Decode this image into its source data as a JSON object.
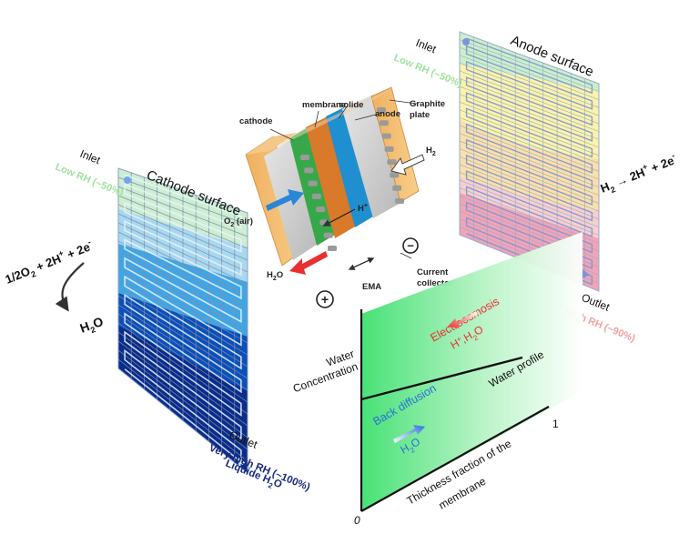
{
  "cathode": {
    "title": "Cathode surface",
    "inlet_label": "Inlet",
    "inlet_rh": "Low RH (~50%)",
    "outlet_label": "Outlet",
    "outlet_rh": "Very high RH (~100%)",
    "outlet_water_prefix": "Liquide H",
    "outlet_water_sub": "2",
    "outlet_water_suffix": "O",
    "reaction_a": "1/2O",
    "reaction_a_sub": "2",
    "reaction_b": " + 2H",
    "reaction_b_sup": "+",
    "reaction_c": " + 2e",
    "reaction_c_sup": "-",
    "product_prefix": "H",
    "product_sub": "2",
    "product_suffix": "O"
  },
  "anode": {
    "title": "Anode surface",
    "inlet_label": "Inlet",
    "inlet_rh": "Low RH (~50%)",
    "outlet_label": "Outlet",
    "outlet_rh": "High RH (~90%)",
    "reaction_a": "H",
    "reaction_a_sub": "2",
    "reaction_b": " → 2H",
    "reaction_b_sup": "+",
    "reaction_c": " + 2e",
    "reaction_c_sup": "-"
  },
  "cell": {
    "membrane": "membrane",
    "solide": "solide",
    "anode": "anode",
    "cathode": "cathode",
    "graphite_1": "Graphite",
    "graphite_2": "plate",
    "o2_prefix": "O",
    "o2_sub": "2",
    "o2_suffix": " (air)",
    "h2_prefix": "H",
    "h2_sub": "2",
    "hplus": "H",
    "hplus_sup": "+",
    "h2o_prefix": "H",
    "h2o_sub": "2",
    "h2o_suffix": "O",
    "ema": "EMA",
    "current_1": "Current",
    "current_2": "collector",
    "plus": "+",
    "minus": "−"
  },
  "chart": {
    "ylabel_1": "Water",
    "ylabel_2": "Concentration",
    "xlabel_1": "Thickness fraction of the",
    "xlabel_2": "membrane",
    "origin": "0",
    "x_end": "1",
    "profile_label": "Water profile",
    "electroosmosis": "Electroosmosis",
    "electro_species_a": "H",
    "electro_species_sup": "+",
    "electro_species_b": ",H",
    "electro_species_sub": "2",
    "electro_species_c": "O",
    "back_diffusion": "Back diffusion",
    "back_species_a": "H",
    "back_species_sub": "2",
    "back_species_b": "O"
  },
  "colors": {
    "accent_red": "#e83030",
    "accent_blue": "#2a6fd6",
    "low_rh": "#9ee39b",
    "high_rh": "#f2a0a0",
    "dark_navy": "#1a2a80"
  }
}
